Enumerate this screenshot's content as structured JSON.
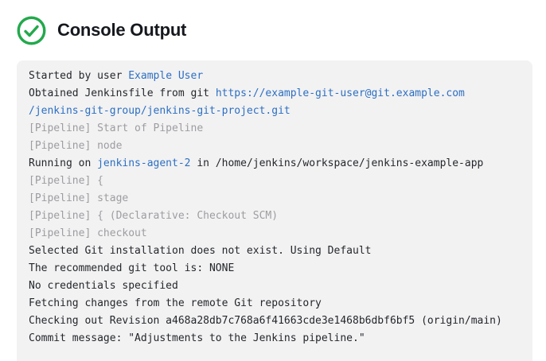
{
  "header": {
    "title": "Console Output",
    "status_icon": "check-circle-icon",
    "status_color": "#23a94c"
  },
  "console": {
    "bg_color": "#f2f2f3",
    "text_color": "#24272b",
    "muted_color": "#9d9da1",
    "link_color": "#2d6fc1",
    "lines": [
      {
        "segments": [
          {
            "type": "plain",
            "text": "Started by user "
          },
          {
            "type": "link",
            "text": "Example User"
          }
        ]
      },
      {
        "segments": [
          {
            "type": "plain",
            "text": "Obtained Jenkinsfile from git "
          },
          {
            "type": "link",
            "text": "https://example-git-user@git.example.com"
          }
        ]
      },
      {
        "segments": [
          {
            "type": "link",
            "text": "/jenkins-git-group/jenkins-git-project.git"
          }
        ]
      },
      {
        "segments": [
          {
            "type": "muted",
            "text": "[Pipeline] Start of Pipeline"
          }
        ]
      },
      {
        "segments": [
          {
            "type": "muted",
            "text": "[Pipeline] node"
          }
        ]
      },
      {
        "segments": [
          {
            "type": "plain",
            "text": "Running on "
          },
          {
            "type": "link",
            "text": "jenkins-agent-2"
          },
          {
            "type": "plain",
            "text": " in /home/jenkins/workspace/jenkins-example-app"
          }
        ]
      },
      {
        "segments": [
          {
            "type": "muted",
            "text": "[Pipeline] {"
          }
        ]
      },
      {
        "segments": [
          {
            "type": "muted",
            "text": "[Pipeline] stage"
          }
        ]
      },
      {
        "segments": [
          {
            "type": "muted",
            "text": "[Pipeline] { (Declarative: Checkout SCM)"
          }
        ]
      },
      {
        "segments": [
          {
            "type": "muted",
            "text": "[Pipeline] checkout"
          }
        ]
      },
      {
        "segments": [
          {
            "type": "plain",
            "text": "Selected Git installation does not exist. Using Default"
          }
        ]
      },
      {
        "segments": [
          {
            "type": "plain",
            "text": "The recommended git tool is: NONE"
          }
        ]
      },
      {
        "segments": [
          {
            "type": "plain",
            "text": "No credentials specified"
          }
        ]
      },
      {
        "segments": [
          {
            "type": "plain",
            "text": "Fetching changes from the remote Git repository"
          }
        ]
      },
      {
        "segments": [
          {
            "type": "plain",
            "text": "Checking out Revision a468a28db7c768a6f41663cde3e1468b6dbf6bf5 (origin/main)"
          }
        ]
      },
      {
        "segments": [
          {
            "type": "plain",
            "text": "Commit message: \"Adjustments to the Jenkins pipeline.\""
          }
        ]
      }
    ]
  }
}
